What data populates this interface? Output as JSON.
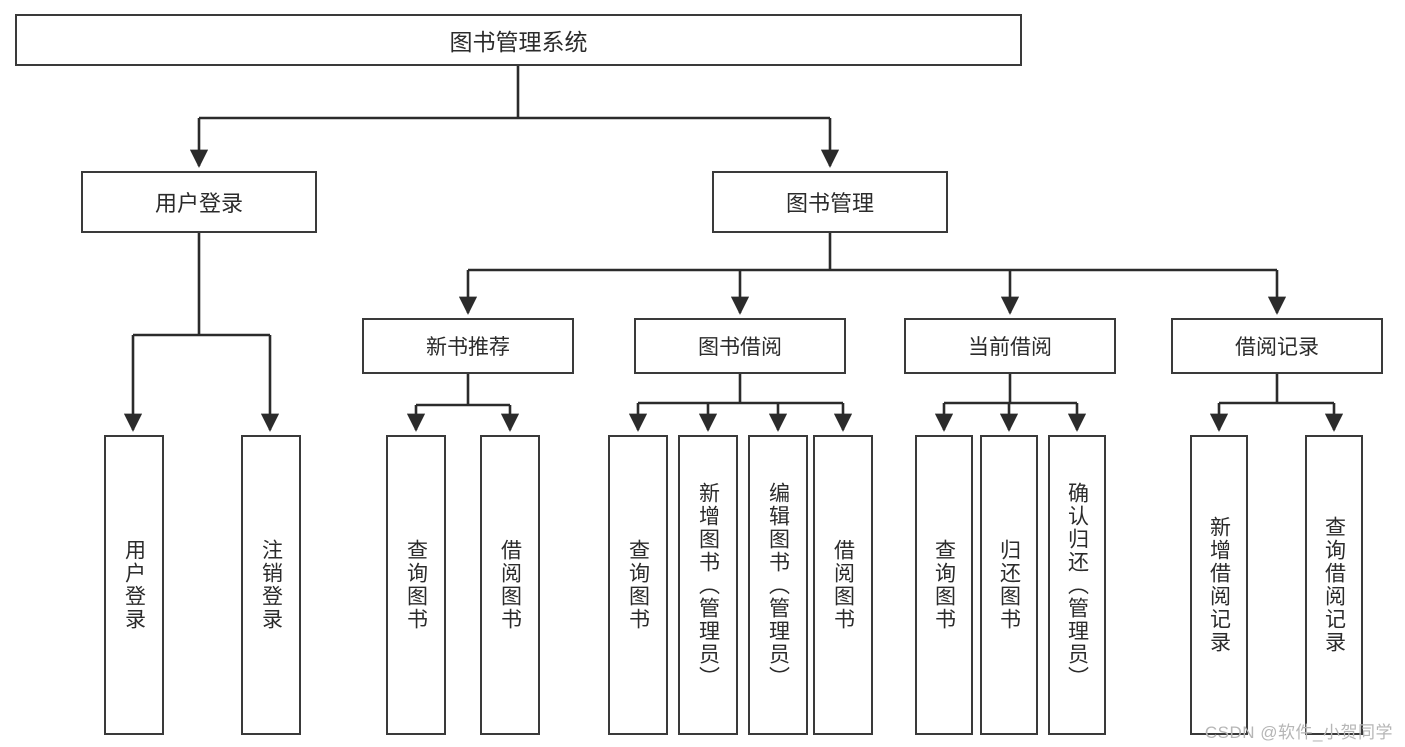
{
  "diagram": {
    "title": "图书管理系统",
    "type": "tree",
    "watermark": "CSDN @软件_小贺同学",
    "colors": {
      "box_border": "#3a3a3a",
      "box_fill": "#ffffff",
      "connector": "#2b2b2b",
      "text": "#2b2b2b",
      "watermark": "#b6b6b6"
    },
    "nodes": {
      "root": {
        "label": "图书管理系统"
      },
      "level1": [
        {
          "id": "user-login",
          "label": "用户登录"
        },
        {
          "id": "book-manage",
          "label": "图书管理"
        }
      ],
      "level2": [
        {
          "id": "new-book-recommend",
          "label": "新书推荐",
          "parent": "book-manage"
        },
        {
          "id": "book-borrow",
          "label": "图书借阅",
          "parent": "book-manage"
        },
        {
          "id": "current-borrow",
          "label": "当前借阅",
          "parent": "book-manage"
        },
        {
          "id": "borrow-record",
          "label": "借阅记录",
          "parent": "book-manage"
        }
      ],
      "leaves": [
        {
          "id": "leaf-user-login",
          "label": "用户登录",
          "parent": "user-login"
        },
        {
          "id": "leaf-logout-login",
          "label": "注销登录",
          "parent": "user-login"
        },
        {
          "id": "leaf-query-book-1",
          "label": "查询图书",
          "parent": "new-book-recommend"
        },
        {
          "id": "leaf-borrow-book-1",
          "label": "借阅图书",
          "parent": "new-book-recommend"
        },
        {
          "id": "leaf-query-book-2",
          "label": "查询图书",
          "parent": "book-borrow"
        },
        {
          "id": "leaf-add-book",
          "label": "新增图书（管理员）",
          "parent": "book-borrow"
        },
        {
          "id": "leaf-edit-book",
          "label": "编辑图书（管理员）",
          "parent": "book-borrow"
        },
        {
          "id": "leaf-borrow-book-2",
          "label": "借阅图书",
          "parent": "book-borrow"
        },
        {
          "id": "leaf-query-book-3",
          "label": "查询图书",
          "parent": "current-borrow"
        },
        {
          "id": "leaf-return-book",
          "label": "归还图书",
          "parent": "current-borrow"
        },
        {
          "id": "leaf-confirm-return",
          "label": "确认归还（管理员）",
          "parent": "current-borrow"
        },
        {
          "id": "leaf-add-record",
          "label": "新增借阅记录",
          "parent": "borrow-record"
        },
        {
          "id": "leaf-query-record",
          "label": "查询借阅记录",
          "parent": "borrow-record"
        }
      ]
    }
  }
}
